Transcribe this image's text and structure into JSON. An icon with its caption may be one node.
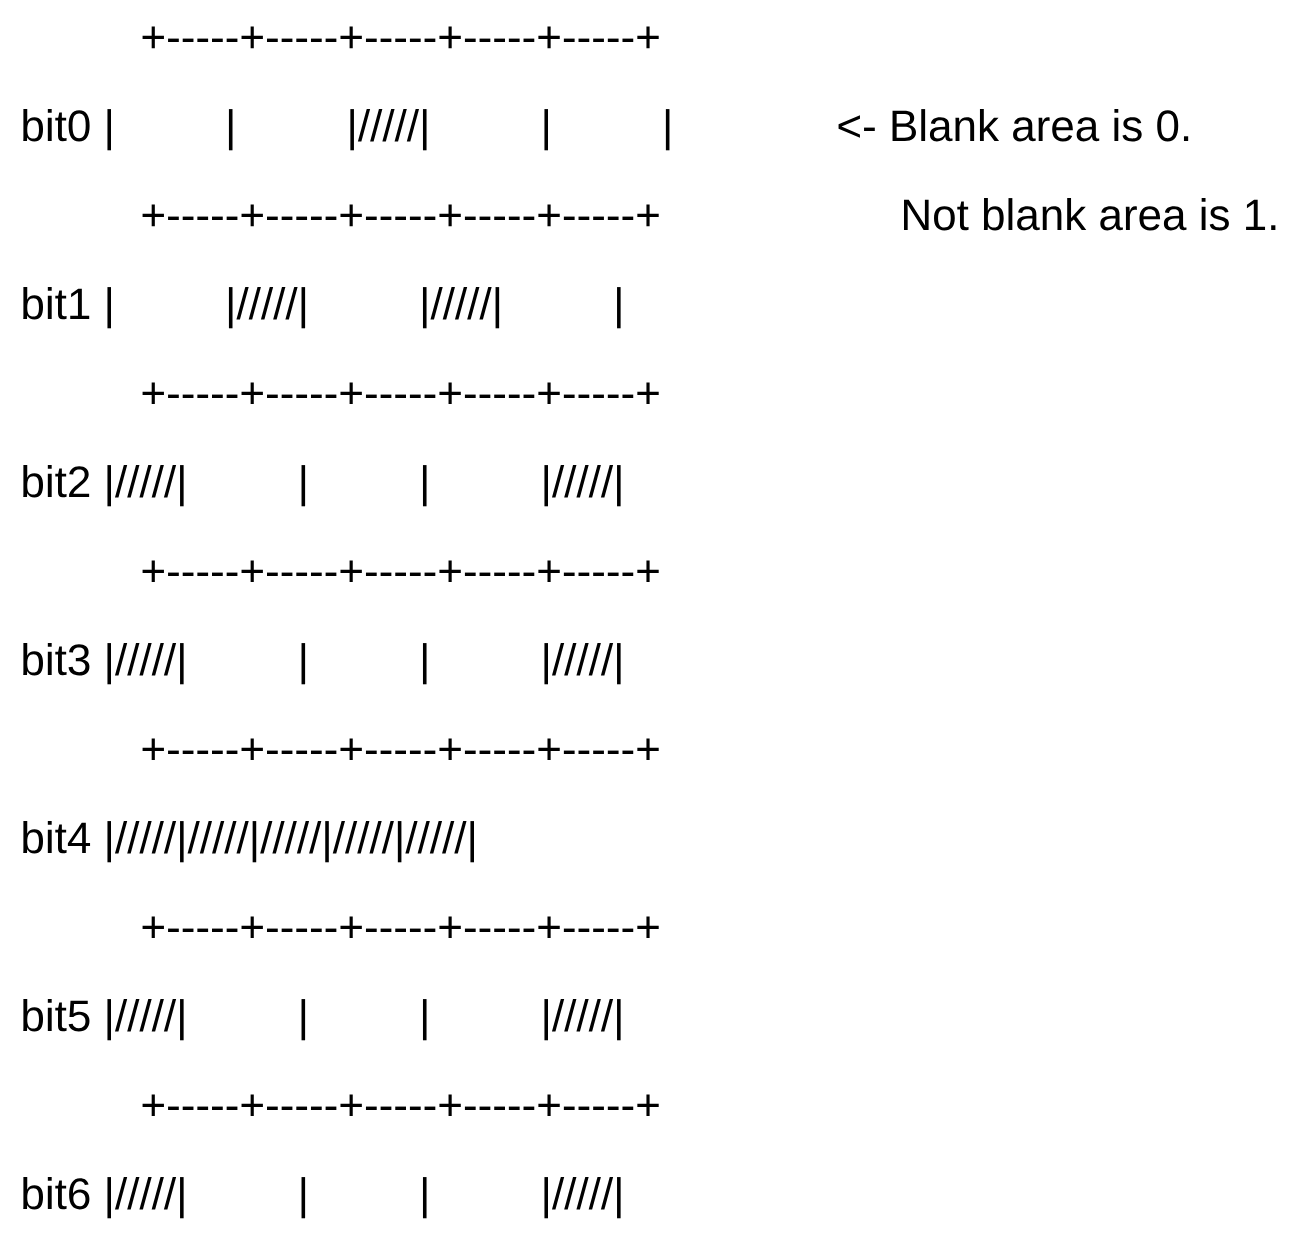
{
  "diagram": {
    "labels": [
      "+-----+-----+-----+-----+-----+",
      "bit0 |         |         |/////|         |         |",
      "<- Blank area is 0.",
      "+-----+-----+-----+-----+-----+",
      "Not blank area is 1.",
      "bit1 |         |/////|         |/////|         |",
      "+-----+-----+-----+-----+-----+",
      "bit2 |/////|         |         |         |/////|",
      "+-----+-----+-----+-----+-----+",
      "bit3 |/////|         |         |         |/////|",
      "+-----+-----+-----+-----+-----+",
      "bit4 |/////|/////|/////|/////|/////|",
      "+-----+-----+-----+-----+-----+",
      "bit5 |/////|         |         |         |/////|",
      "+-----+-----+-----+-----+-----+",
      "bit6 |/////|         |         |         |/////|"
    ]
  }
}
